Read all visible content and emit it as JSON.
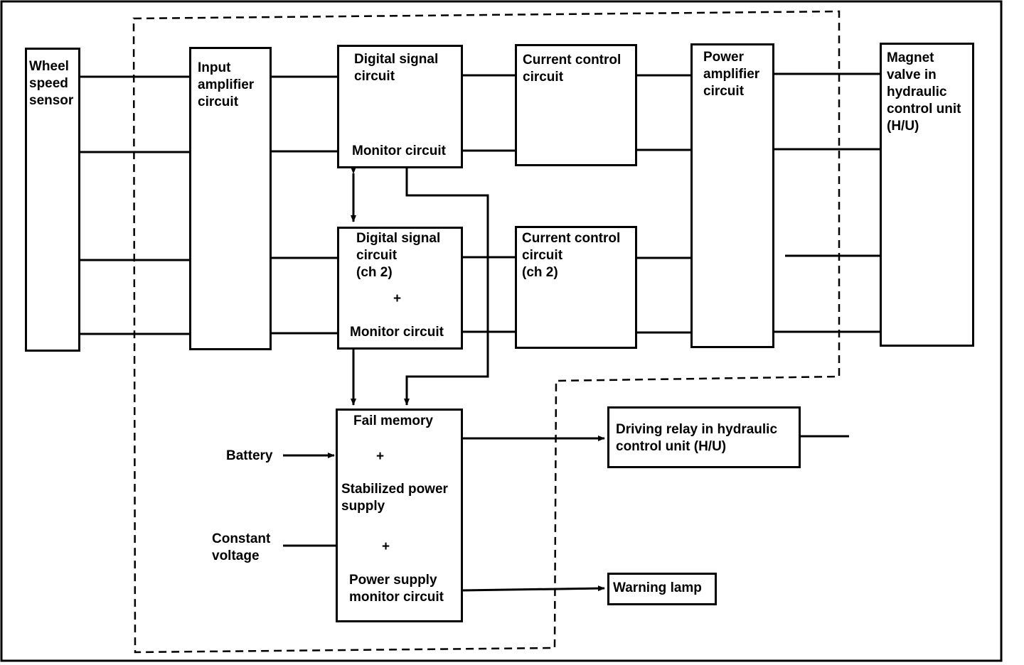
{
  "blocks": {
    "wheel_speed_sensor": [
      "Wheel",
      "speed",
      "sensor"
    ],
    "input_amplifier": [
      "Input",
      "amplifier",
      "circuit"
    ],
    "digital_signal_1": {
      "lines": [
        "Digital signal",
        "circuit"
      ],
      "monitor": "Monitor circuit"
    },
    "digital_signal_2": {
      "lines": [
        "Digital signal",
        "circuit",
        "(ch 2)"
      ],
      "plus": "+",
      "monitor": "Monitor circuit"
    },
    "current_control_1": [
      "Current control",
      "circuit"
    ],
    "current_control_2": [
      "Current control",
      "circuit",
      "(ch 2)"
    ],
    "power_amplifier": [
      "Power",
      "amplifier",
      "circuit"
    ],
    "magnet_valve": [
      "Magnet",
      "valve in",
      "hydraulic",
      "control unit",
      "(H/U)"
    ],
    "fail_memory": {
      "line1": "Fail memory",
      "plus1": "+",
      "line2": [
        "Stabilized power",
        "supply"
      ],
      "plus2": "+",
      "line3": [
        "Power supply",
        "monitor circuit"
      ]
    },
    "driving_relay": [
      "Driving relay in hydraulic",
      "control unit (H/U)"
    ],
    "warning_lamp": "Warning lamp"
  },
  "inputs": {
    "battery": "Battery",
    "constant_voltage": [
      "Constant",
      "voltage"
    ]
  }
}
